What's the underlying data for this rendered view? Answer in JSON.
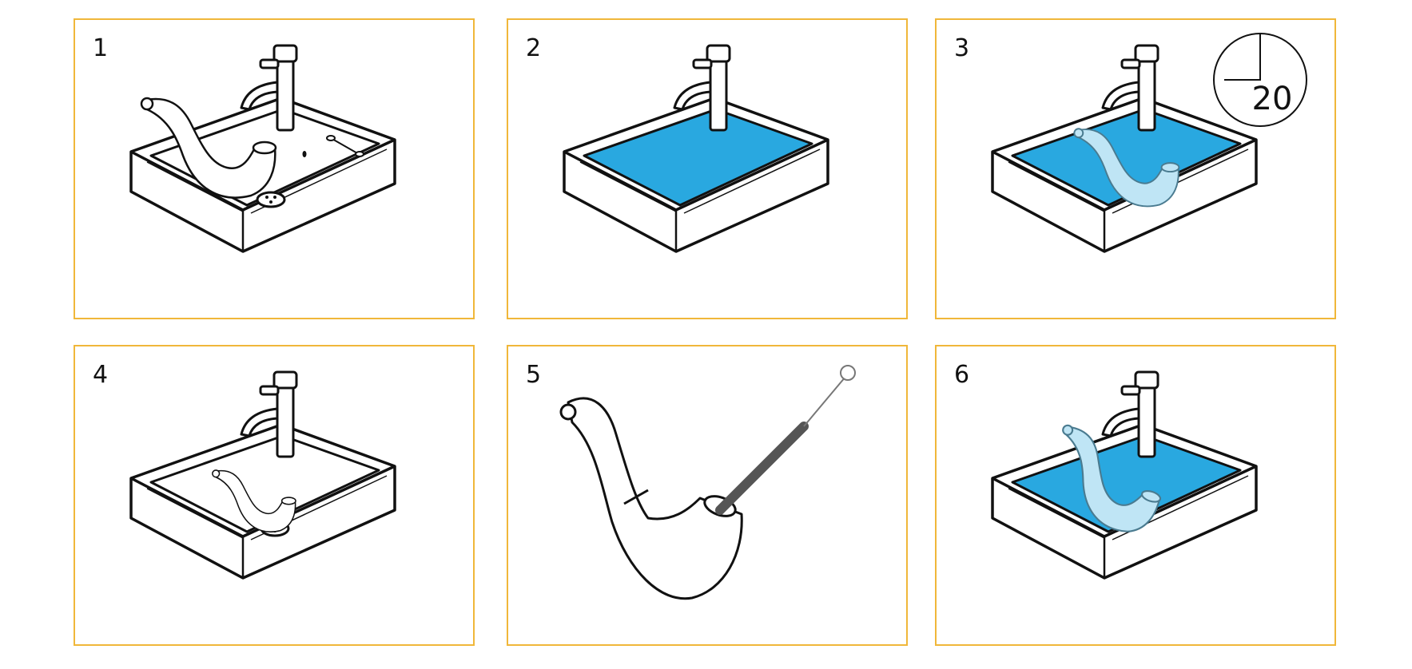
{
  "steps": [
    {
      "number": "1",
      "illustration": "pipe-over-empty-sink"
    },
    {
      "number": "2",
      "illustration": "sink-filled-with-water"
    },
    {
      "number": "3",
      "illustration": "pipe-soaking-in-water",
      "timer": "20"
    },
    {
      "number": "4",
      "illustration": "pipe-in-drained-sink"
    },
    {
      "number": "5",
      "illustration": "pipe-cleaner-brush-in-bowl"
    },
    {
      "number": "6",
      "illustration": "pipe-rinsed-in-water"
    }
  ],
  "colors": {
    "border": "#f0b73a",
    "water": "#29a8e0",
    "pipe_wet": "#bfe5f5",
    "line": "#111111"
  }
}
